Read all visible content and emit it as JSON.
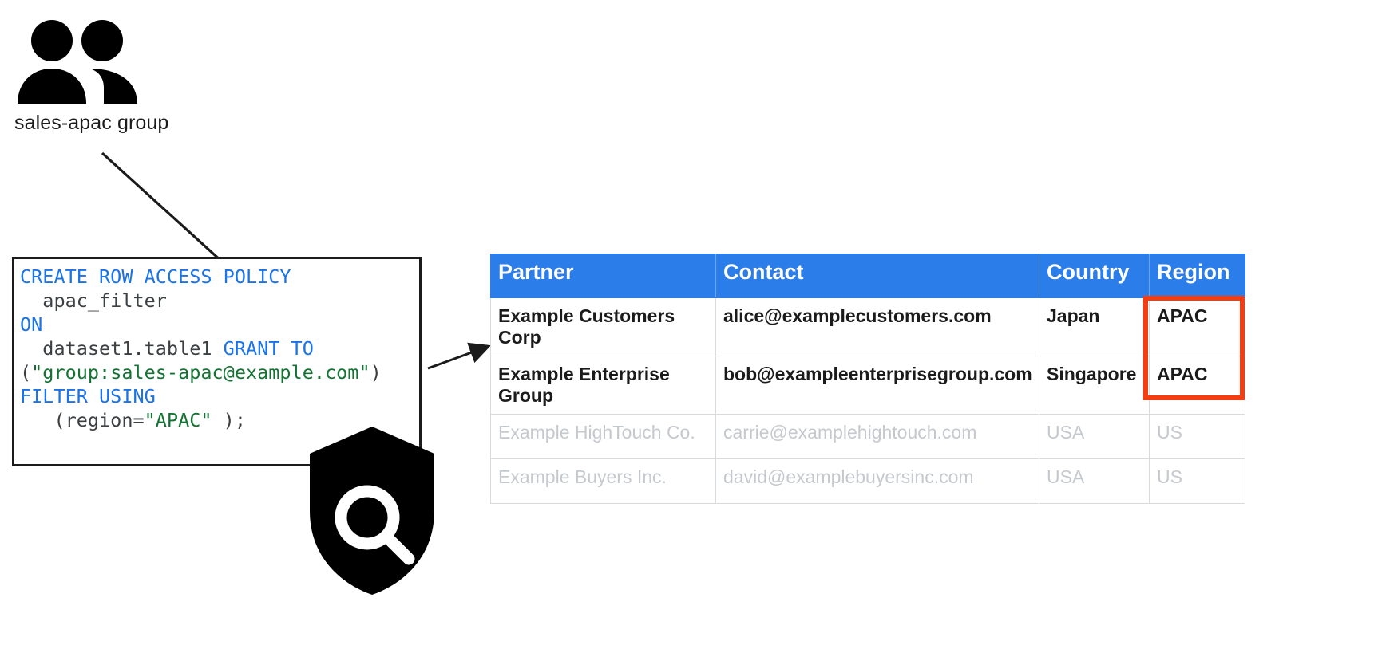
{
  "diagram": {
    "group": {
      "icon": "people-group-icon",
      "label": "sales-apac group"
    },
    "shield": {
      "icon": "shield-search-icon"
    },
    "arrows": [
      {
        "name": "group-to-policy-arrow",
        "from": "sales-apac group",
        "to": "row access policy code"
      },
      {
        "name": "policy-to-table-arrow",
        "from": "row access policy code",
        "to": "partners table"
      }
    ],
    "code": {
      "title": "row-access-policy-sql",
      "lines": [
        [
          {
            "t": "CREATE ROW ACCESS POLICY",
            "c": "kw"
          }
        ],
        [
          {
            "t": "  apac_filter",
            "c": "id"
          }
        ],
        [
          {
            "t": "ON",
            "c": "kw"
          }
        ],
        [
          {
            "t": "  dataset1.table1 ",
            "c": "id"
          },
          {
            "t": "GRANT TO",
            "c": "kw"
          }
        ],
        [
          {
            "t": "(",
            "c": "pun"
          },
          {
            "t": "\"group:sales-apac@example.com\"",
            "c": "str"
          },
          {
            "t": ")",
            "c": "pun"
          }
        ],
        [
          {
            "t": "FILTER USING",
            "c": "kw"
          }
        ],
        [
          {
            "t": "   (region=",
            "c": "id"
          },
          {
            "t": "\"APAC\"",
            "c": "str"
          },
          {
            "t": " );",
            "c": "id"
          }
        ]
      ],
      "plain": "CREATE ROW ACCESS POLICY\n  apac_filter\nON\n  dataset1.table1 GRANT TO\n(\"group:sales-apac@example.com\")\nFILTER USING\n   (region=\"APAC\" );"
    },
    "table": {
      "name": "partners-table",
      "columns": [
        "Partner",
        "Contact",
        "Country",
        "Region"
      ],
      "rows": [
        {
          "state": "visible",
          "partner": "Example Customers Corp",
          "contact": "alice@examplecustomers.com",
          "country": "Japan",
          "region": "APAC"
        },
        {
          "state": "visible",
          "partner": "Example Enterprise Group",
          "contact": "bob@exampleenterprisegroup.com",
          "country": "Singapore",
          "region": "APAC"
        },
        {
          "state": "filtered-out",
          "partner": "Example HighTouch Co.",
          "contact": "carrie@examplehightouch.com",
          "country": "USA",
          "region": "US"
        },
        {
          "state": "filtered-out",
          "partner": "Example Buyers Inc.",
          "contact": "david@examplebuyersinc.com",
          "country": "USA",
          "region": "US"
        }
      ],
      "highlight": {
        "name": "apac-region-highlight",
        "color": "#f43e11",
        "covers": [
          "row1.region",
          "row2.region"
        ]
      }
    }
  },
  "colors": {
    "header_blue": "#2b7de9",
    "keyword_blue": "#1a73e8",
    "string_green": "#137333",
    "highlight_red": "#f43e11",
    "muted_grey": "#c5c9ce",
    "text_dark": "#1b1b1b"
  }
}
